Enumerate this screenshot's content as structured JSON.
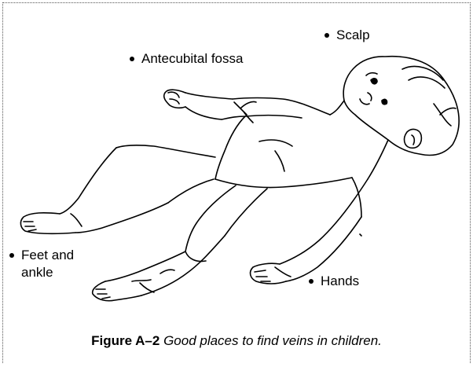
{
  "labels": {
    "scalp": "Scalp",
    "antecubital": "Antecubital fossa",
    "feet_line1": "Feet and",
    "feet_line2": "ankle",
    "hands": "Hands"
  },
  "caption": {
    "figure_id": "Figure A–2",
    "text": "Good places to find veins in children."
  }
}
